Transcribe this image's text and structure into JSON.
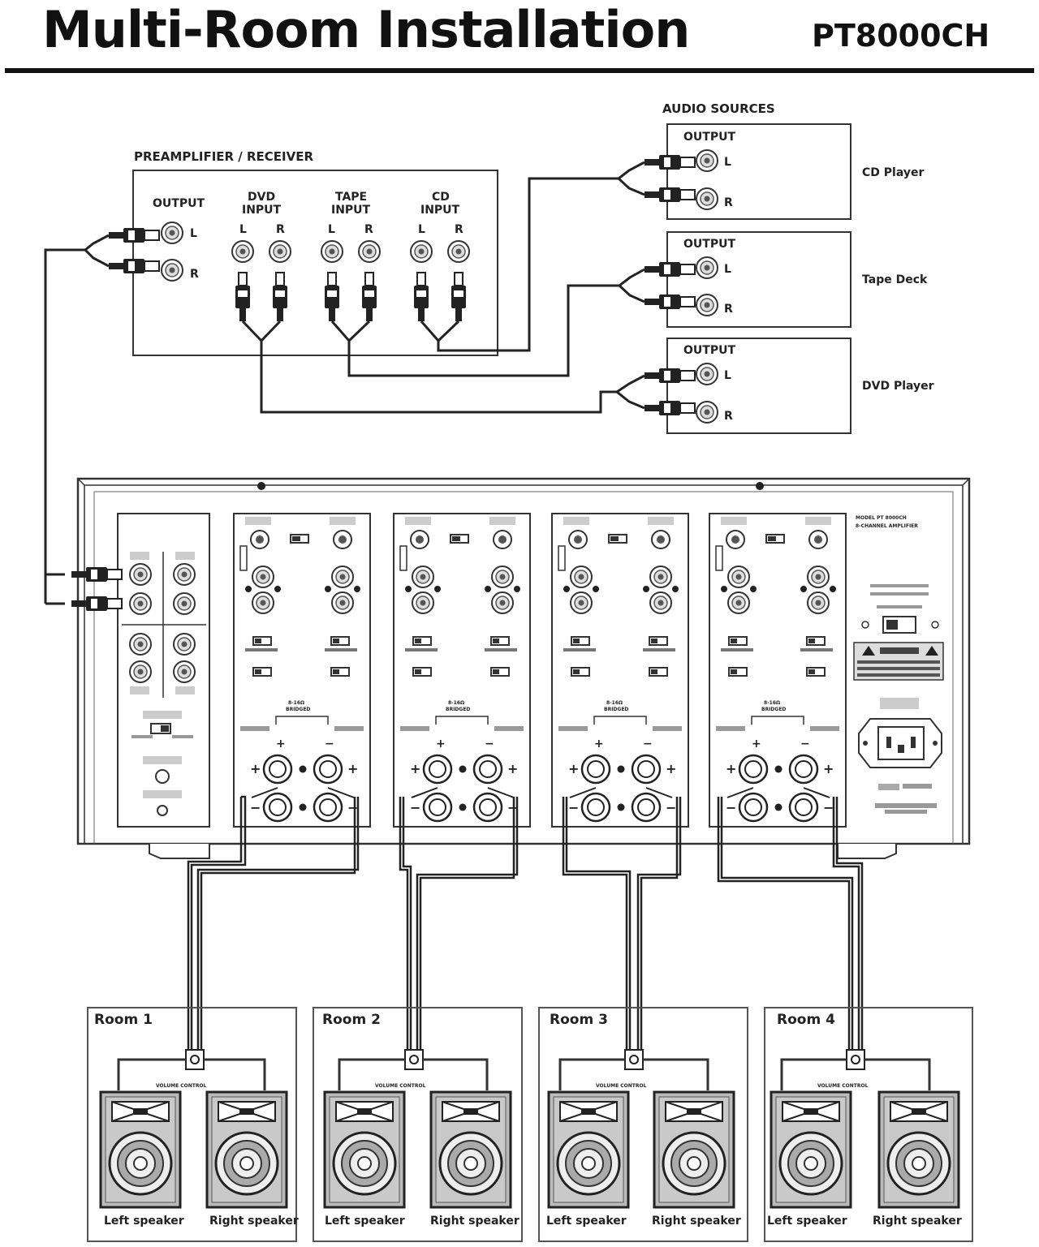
{
  "header": {
    "title": "Multi-Room Installation",
    "model": "PT8000CH"
  },
  "preamp": {
    "title": "PREAMPLIFIER / RECEIVER",
    "output_label": "OUTPUT",
    "dvd_label_1": "DVD",
    "dvd_label_2": "INPUT",
    "tape_label_1": "TAPE",
    "tape_label_2": "INPUT",
    "cd_label_1": "CD",
    "cd_label_2": "INPUT",
    "left": "L",
    "right": "R"
  },
  "sources": {
    "title": "AUDIO SOURCES",
    "output_label": "OUTPUT",
    "left": "L",
    "right": "R",
    "cd": "CD Player",
    "tape": "Tape Deck",
    "dvd": "DVD Player"
  },
  "amp": {
    "model_line_1": "MODEL PT 8000CH",
    "model_line_2": "8-CHANNEL AMPLIFIER",
    "bridged_1": "8-16Ω",
    "bridged_2": "BRIDGED"
  },
  "rooms": [
    {
      "name": "Room 1",
      "volume": "VOLUME CONTROL",
      "left": "Left speaker",
      "right": "Right speaker"
    },
    {
      "name": "Room 2",
      "volume": "VOLUME CONTROL",
      "left": "Left speaker",
      "right": "Right speaker"
    },
    {
      "name": "Room 3",
      "volume": "VOLUME CONTROL",
      "left": "Left speaker",
      "right": "Right speaker"
    },
    {
      "name": "Room 4",
      "volume": "VOLUME CONTROL",
      "left": "Left speaker",
      "right": "Right speaker"
    }
  ]
}
